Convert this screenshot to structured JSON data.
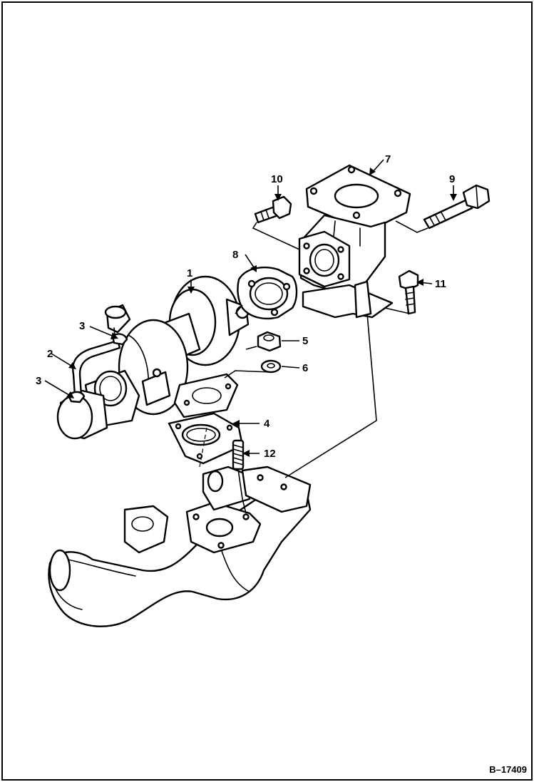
{
  "figure_id": "B–17409",
  "callouts": {
    "c1": "1",
    "c2": "2",
    "c3a": "3",
    "c3b": "3",
    "c4": "4",
    "c5": "5",
    "c6": "6",
    "c7": "7",
    "c8": "8",
    "c9": "9",
    "c10": "10",
    "c11": "11",
    "c12": "12"
  },
  "colors": {
    "ink": "#000000",
    "paper": "#ffffff"
  }
}
